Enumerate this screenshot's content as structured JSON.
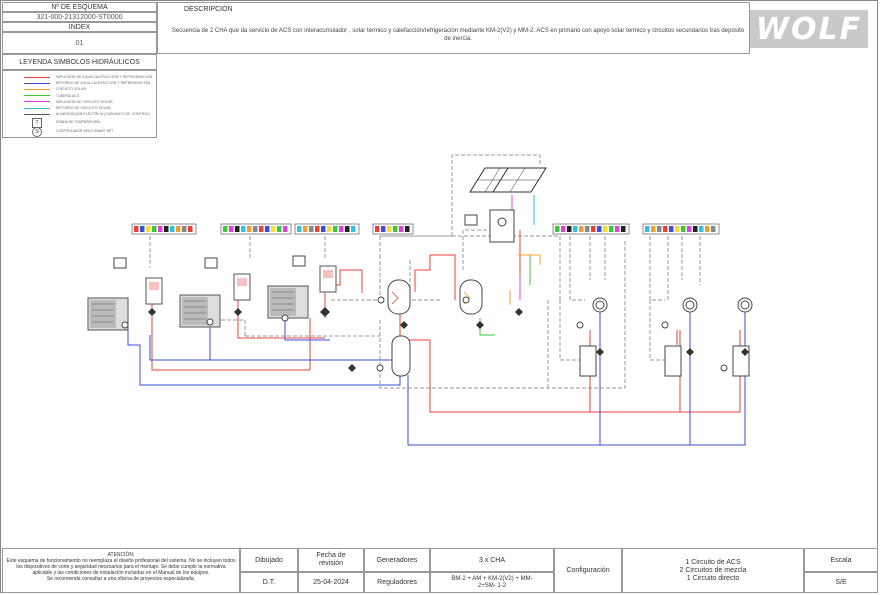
{
  "header": {
    "scheme_label": "Nº DE ESQUEMA",
    "scheme_number": "321-000-21312000-ST0000",
    "index_label": "INDEX",
    "index_value": "01",
    "description_label": "DESCRIPCIÓN",
    "description_text": "Secuencia de 2 CHA que da servicio de ACS  con interacumulador  , solar termico  y calefacción/refrigeración mediante KM-2(V2) y MM-2. ACS en primario con apoyo solar termico y circuitos secundarios tras depósito de inercia.",
    "brand": "WOLF"
  },
  "legend": {
    "title": "LEYENDA SIMBOLOS HIDRÁULICOS",
    "items": [
      {
        "label": "IMPULSIÓN DE AGUA CALEFACCIÓN Y REFRIGERACIÓN",
        "color": "#e8403a"
      },
      {
        "label": "RETORNO DE AGUA CALEFACCIÓN Y REFRIGERACIÓN",
        "color": "#3a4fd6"
      },
      {
        "label": "CIRCUITO SOLAR",
        "color": "#f0a030"
      },
      {
        "label": "TUBERÍA ACS",
        "color": "#3cc83c"
      },
      {
        "label": "IMPULSIÓN DE CIRCUITO SOLAR",
        "color": "#e040e0"
      },
      {
        "label": "RETORNO DE CIRCUITO SOLAR",
        "color": "#30c0e0"
      },
      {
        "label": "ALIMENTACIÓN ELÉCTRICA (CABLEADO DE CONTROL)",
        "color": "#555555"
      }
    ],
    "symbol_items": [
      {
        "symbol": "T",
        "label": "SONDA DE TEMPERATURA"
      },
      {
        "symbol": "S",
        "label": "CONTROLADOR WOLF SMART SET"
      }
    ]
  },
  "footer": {
    "attention_title": "ATENCIÓN:",
    "attention_text_1": "Este esquema de funcionamiento no reemplaza el diseño profesional del sistema. No se incluyen todos los dispositivos de corte y seguridad necesarios para el montaje. Se debe cumplir la normativa aplicable y las condiciones de instalación incluidas en el Manual de los equipos.",
    "attention_text_2": "Se recomienda consultar a una oficina de proyectos especializada.",
    "dibujado_label": "Dibujado",
    "dibujado_value": "D.T.",
    "fecha_label": "Fecha de revisión",
    "fecha_value": "25-04-2024",
    "generadores_label": "Generadores",
    "generadores_value": "3 x CHA",
    "reguladores_label": "Reguladores",
    "reguladores_value": "BM-2 + AM + KM-2(V2) + MM-2+SM- 1-2",
    "configuracion_label": "Configuración",
    "configuracion_value_1": "1 Circuito de ACS",
    "configuracion_value_2": "2 Circuitos de mezcla",
    "configuracion_value_3": "1 Circuito directo",
    "escala_label": "Escala",
    "escala_value": "S/E"
  },
  "colors": {
    "supply": "#e8403a",
    "return": "#3a4fd6",
    "solar": "#f0a030",
    "dhw": "#3cc83c",
    "control": "#888888",
    "magenta": "#e040e0"
  }
}
